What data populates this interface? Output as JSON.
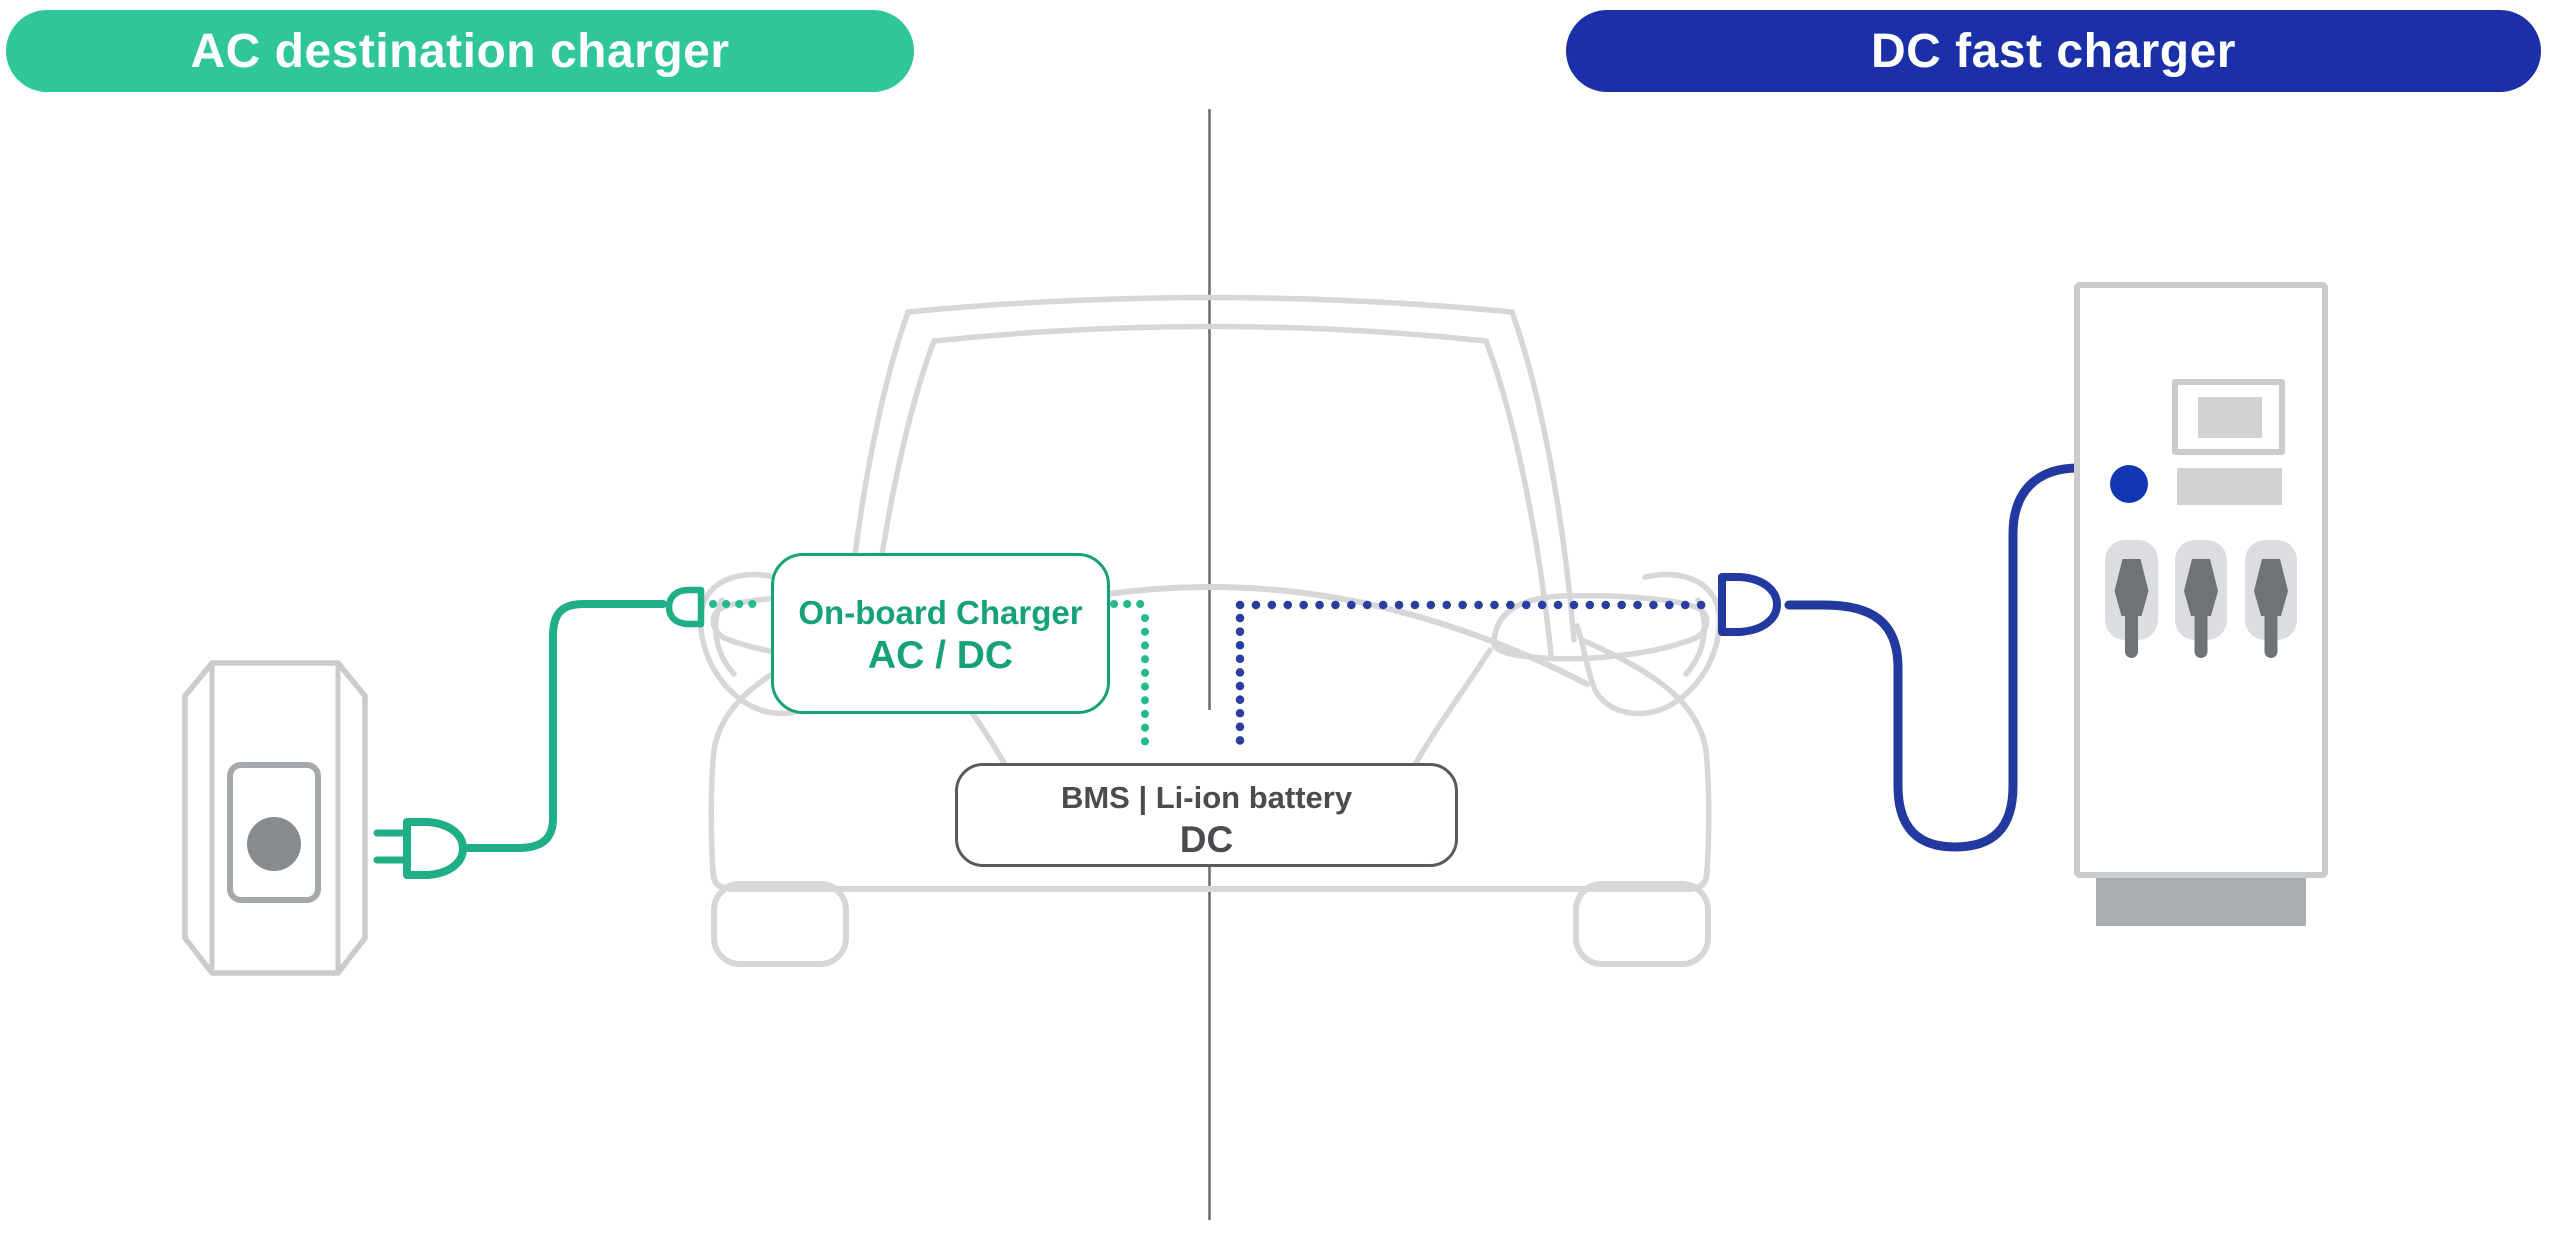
{
  "badges": {
    "ac": {
      "label": "AC destination charger",
      "color": "#2fc69a",
      "text_color": "#ffffff"
    },
    "dc": {
      "label": "DC fast charger",
      "color": "#1b2fa8",
      "text_color": "#ffffff"
    }
  },
  "car": {
    "onboard_charger": {
      "line1": "On-board Charger",
      "line2": "AC / DC",
      "accent_color": "#17a179"
    },
    "battery": {
      "line1": "BMS | Li-ion battery",
      "line2": "DC",
      "text_color": "#4b4c50",
      "border_color": "#595a5e"
    }
  },
  "colors": {
    "ac_green": "#1fae85",
    "ac_green_dots": "#25b98e",
    "dc_blue": "#2239a0",
    "dc_blue_dots": "#2a3da0",
    "station_indicator_blue": "#1337b4",
    "car_outline_gray": "#d5d7d9",
    "equipment_gray": "#c9cbcd",
    "dark_plug_gray": "#707376",
    "divider_gray": "#6f7073"
  },
  "icons": [
    "wallbox-charger-icon",
    "wallbox-plug-icon",
    "car-ac-inlet-icon",
    "car-dc-inlet-icon",
    "car-outline-icon",
    "dc-station-icon",
    "station-screen-icon",
    "station-indicator-light",
    "station-card-reader",
    "station-plug-icon"
  ]
}
